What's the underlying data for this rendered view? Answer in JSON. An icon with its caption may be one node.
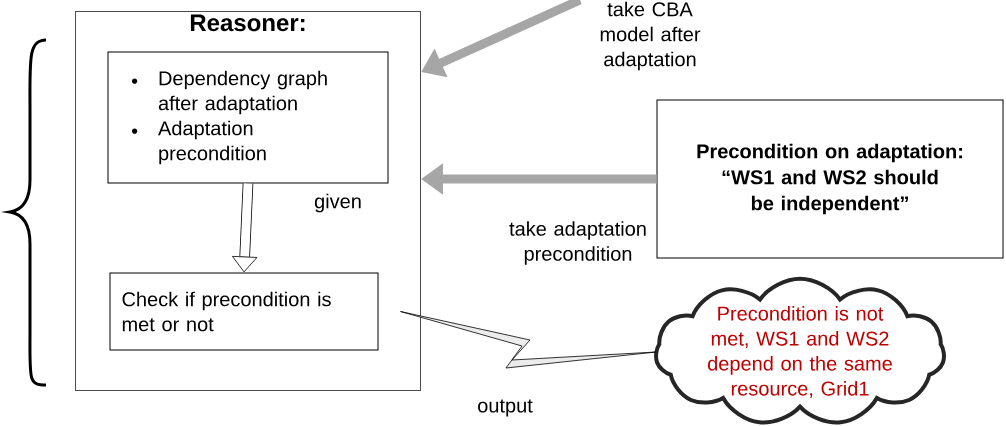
{
  "diagram": {
    "nodes": [
      {
        "text": [
          "Reasoner:"
        ]
      },
      {
        "text": [
          "Dependency graph after adaptation",
          "Adaptation precondition"
        ],
        "in": 0
      },
      {
        "text": [
          "Check if precondition is met or not"
        ],
        "in": 0
      },
      {
        "text": [
          "Precondition on adaptation:",
          "“WS1 and WS2 should be independent”"
        ]
      },
      {
        "text": [
          "Precondition is not met, WS1 and WS2 depend on the same resource, Grid1"
        ]
      }
    ],
    "edges": [
      {
        "from": null,
        "to": 0,
        "arrow": "to",
        "label": "take CBA model after adaptation",
        "color": "#a6a6a6"
      },
      {
        "from": 3,
        "to": 0,
        "arrow": "to",
        "label": "take adaptation precondition",
        "color": "#a6a6a6"
      },
      {
        "from": 1,
        "to": 2,
        "arrow": "to",
        "label": "given",
        "color": "#000000"
      },
      {
        "from": 2,
        "to": 4,
        "arrow": "none",
        "label": "output"
      }
    ]
  }
}
